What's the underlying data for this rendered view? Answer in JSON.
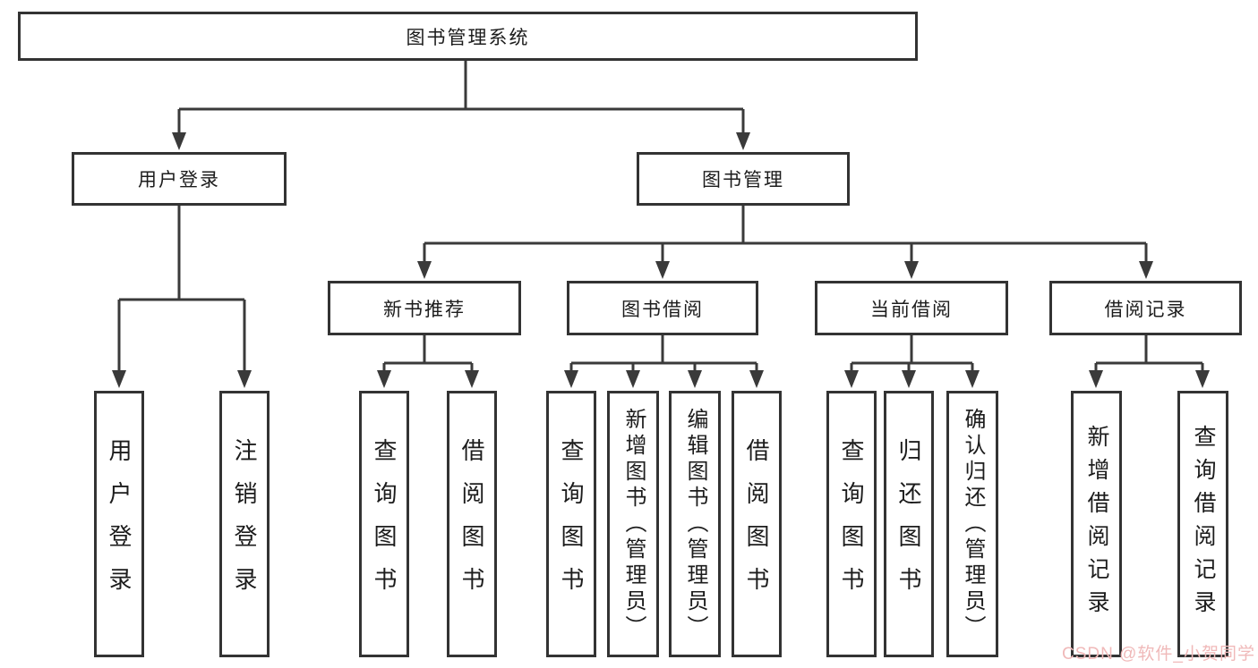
{
  "diagram": {
    "title": "图书管理系统",
    "root": {
      "label": "图书管理系统"
    },
    "level2": [
      {
        "id": "user-login",
        "label": "用户登录"
      },
      {
        "id": "book-management",
        "label": "图书管理"
      }
    ],
    "level3": [
      {
        "id": "new-book-recommend",
        "label": "新书推荐",
        "parent": "book-management"
      },
      {
        "id": "book-borrow",
        "label": "图书借阅",
        "parent": "book-management"
      },
      {
        "id": "current-borrow",
        "label": "当前借阅",
        "parent": "book-management"
      },
      {
        "id": "borrow-records",
        "label": "借阅记录",
        "parent": "book-management"
      }
    ],
    "leaves": [
      {
        "parent": "user-login",
        "label": "用户登录"
      },
      {
        "parent": "user-login",
        "label": "注销登录"
      },
      {
        "parent": "new-book-recommend",
        "label": "查询图书"
      },
      {
        "parent": "new-book-recommend",
        "label": "借阅图书"
      },
      {
        "parent": "book-borrow",
        "label": "查询图书"
      },
      {
        "parent": "book-borrow",
        "label": "新增图书（管理员）"
      },
      {
        "parent": "book-borrow",
        "label": "编辑图书（管理员）"
      },
      {
        "parent": "book-borrow",
        "label": "借阅图书"
      },
      {
        "parent": "current-borrow",
        "label": "查询图书"
      },
      {
        "parent": "current-borrow",
        "label": "归还图书"
      },
      {
        "parent": "current-borrow",
        "label": "确认归还（管理员）"
      },
      {
        "parent": "borrow-records",
        "label": "新增借阅记录"
      },
      {
        "parent": "borrow-records",
        "label": "查询借阅记录"
      }
    ],
    "watermark": "CSDN @软件_小贺同学",
    "colors": {
      "line": "#3a3a3a",
      "box_border": "#333333",
      "text": "#1c1c1c",
      "watermark": "#f0b9b9",
      "background": "#ffffff"
    }
  }
}
